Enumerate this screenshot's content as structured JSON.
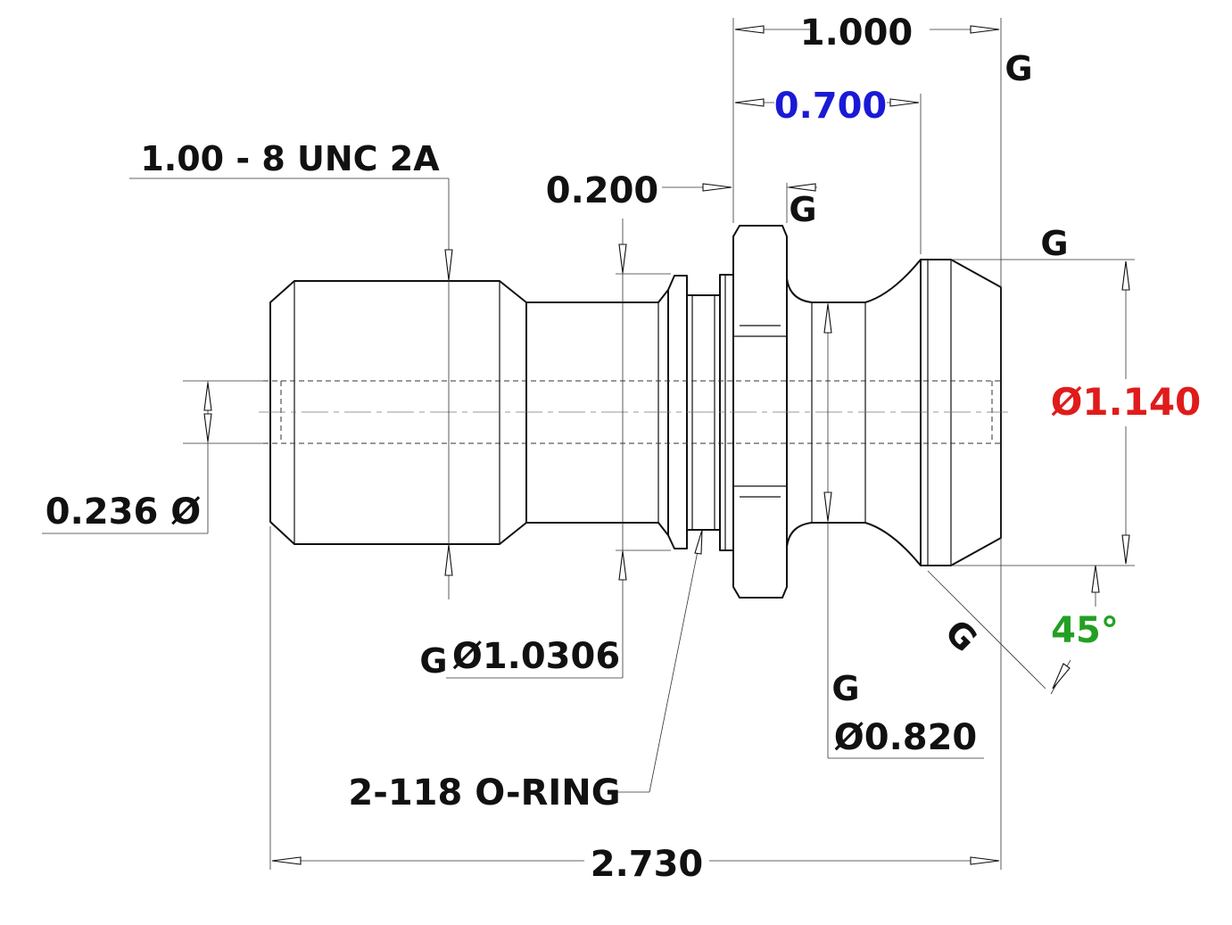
{
  "dimensions": {
    "overall_length": "2.730",
    "head_length": "1.000",
    "head_to_neck": "0.700",
    "collar_width": "0.200",
    "thread_spec": "1.00 - 8 UNC 2A",
    "bore_diameter": "0.236 Ø",
    "shank_diameter": "Ø1.0306",
    "neck_diameter": "Ø0.820",
    "head_diameter": "Ø1.140",
    "chamfer_angle": "45°",
    "oring_callout": "2-118 O-RING"
  },
  "finish_marks": {
    "mark": "G"
  },
  "colors": {
    "text": "#111111",
    "blue": "#1a1ad6",
    "red": "#e01b1b",
    "green": "#22a022"
  }
}
